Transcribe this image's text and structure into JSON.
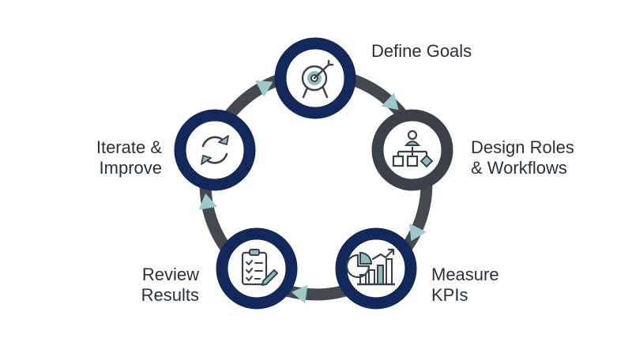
{
  "colors": {
    "navy": "#13285a",
    "charcoal": "#3d4049",
    "ring_track": "#454851",
    "arrow_teal": "#9ec9c8",
    "icon_stroke": "#3a3f4a",
    "icon_teal": "#8cbcbc",
    "text": "#2b2f38"
  },
  "steps": [
    {
      "id": "define-goals",
      "lines": [
        "Define Goals"
      ],
      "icon": "target-icon",
      "ring": "navy"
    },
    {
      "id": "design-roles",
      "lines": [
        "Design Roles",
        "& Workflows"
      ],
      "icon": "org-chart-icon",
      "ring": "charcoal"
    },
    {
      "id": "measure-kpis",
      "lines": [
        "Measure",
        "KPIs"
      ],
      "icon": "chart-growth-icon",
      "ring": "navy"
    },
    {
      "id": "review-results",
      "lines": [
        "Review",
        "Results"
      ],
      "icon": "clipboard-checklist-icon",
      "ring": "navy"
    },
    {
      "id": "iterate-improve",
      "lines": [
        "Iterate &",
        "Improve"
      ],
      "icon": "refresh-cycle-icon",
      "ring": "navy"
    }
  ]
}
